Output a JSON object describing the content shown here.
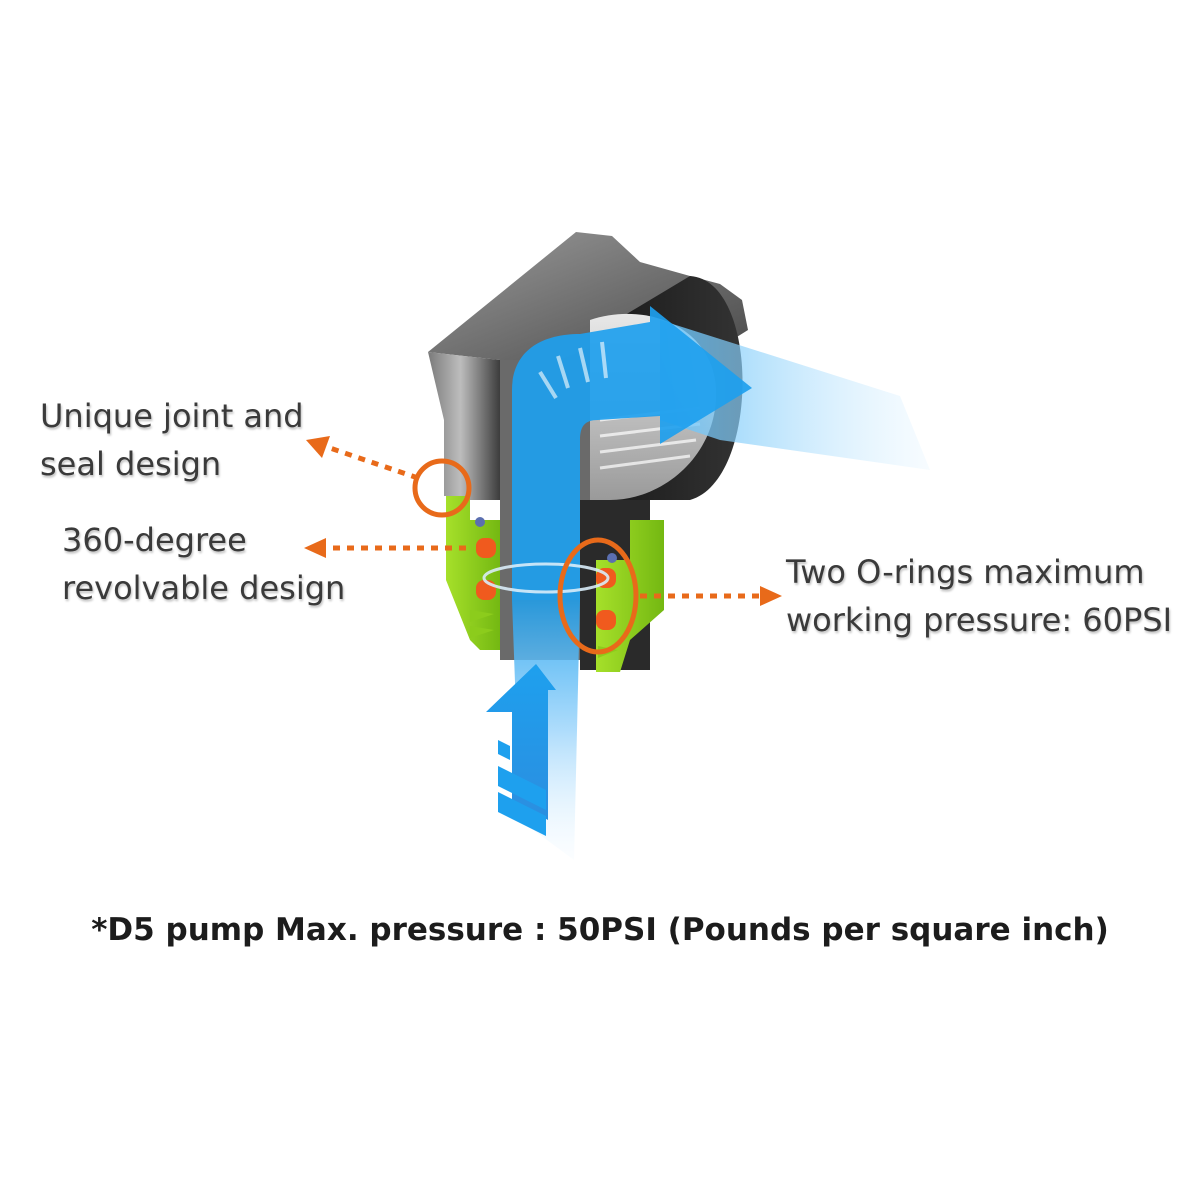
{
  "callouts": {
    "unique_joint": {
      "line1": "Unique joint and",
      "line2": "seal design"
    },
    "revolvable": {
      "line1": "360-degree",
      "line2": "revolvable design"
    },
    "o_rings": {
      "line1": "Two O-rings maximum",
      "line2": "working pressure: 60PSI"
    }
  },
  "footnote": "*D5 pump Max. pressure : 50PSI (Pounds per square inch)",
  "colors": {
    "callout_orange": "#e86a1a",
    "flow_blue": "#1ea0ee",
    "seal_green": "#8ccc1c",
    "oring_orange": "#f05a1e",
    "body_grey": "#555555"
  }
}
